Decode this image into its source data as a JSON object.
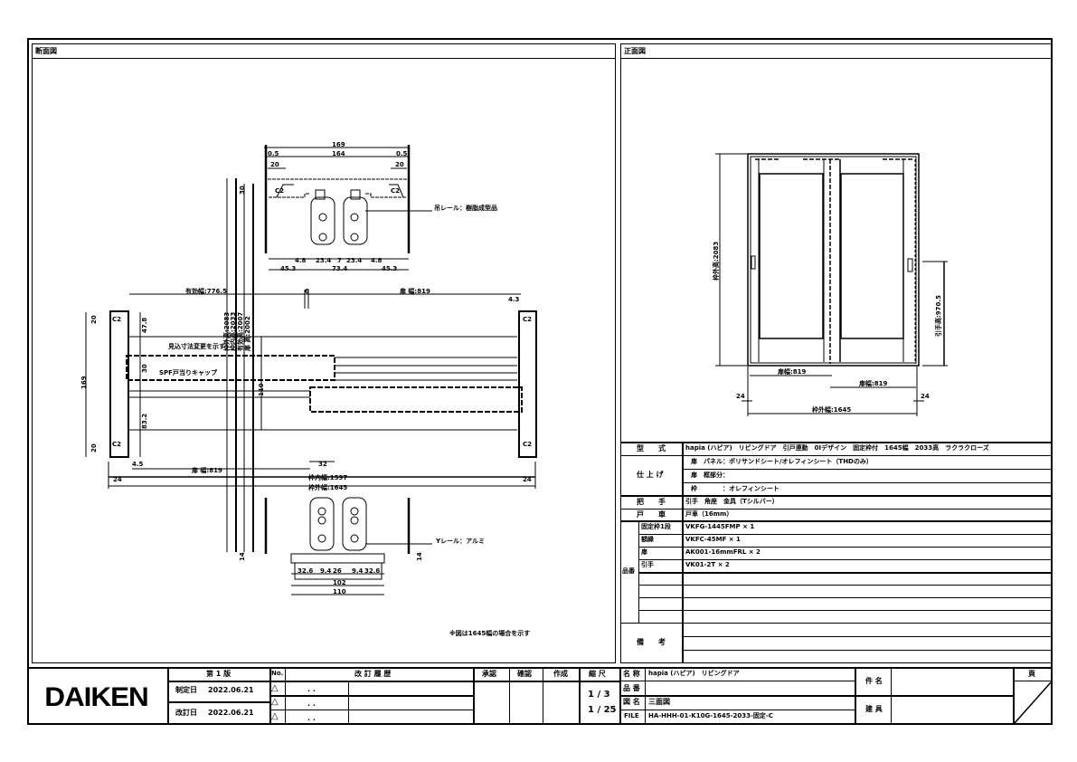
{
  "panels": {
    "section_title": "断面図",
    "elevation_title": "正面図"
  },
  "section_drawing": {
    "top_detail": {
      "dims": [
        "169",
        "164",
        "0.5",
        "0.5",
        "20",
        "20",
        "30",
        "4.8",
        "23.4",
        "7",
        "23.4",
        "4.8",
        "45.3",
        "73.4",
        "45.3"
      ],
      "chamfer": "C2",
      "leader": "吊レール：樹脂成型品"
    },
    "middle": {
      "dims_top": [
        "有効幅:776.5",
        "6",
        "扉 幅:819",
        "4.3"
      ],
      "dims_left": [
        "169",
        "20",
        "47.8",
        "30",
        "83.2",
        "20"
      ],
      "dims_inner": "110",
      "vertical_labels": [
        "枠外高:2083",
        "枠内高:2033",
        "有効高:2007",
        "扉 高:2002"
      ],
      "leader1": "見込寸法変更を示す",
      "leader2": "SPF戸当りキャップ",
      "dims_bottom": [
        "4.5",
        "扉 幅:819",
        "24",
        "32",
        "枠内幅:1597",
        "枠外幅:1645",
        "24"
      ],
      "chamfer": "C2"
    },
    "bottom_detail": {
      "dims": [
        "32.6",
        "9.4",
        "26",
        "9.4",
        "32.6",
        "102",
        "110",
        "14",
        "14"
      ],
      "leader": "Yレール：アルミ"
    },
    "note": "※図は1645幅の場合を示す"
  },
  "elevation_drawing": {
    "height_label": "枠外高:2083",
    "handle_height_label": "引手高:970.5",
    "door_width_left": "扉幅:819",
    "door_width_right": "扉幅:819",
    "margin_left": "24",
    "margin_right": "24",
    "outer_width": "枠外幅:1645"
  },
  "spec_table": {
    "type_label": "型　　式",
    "type_value": "hapia (ハピア)　リビングドア　引戸連動　0Iデザイン　固定枠付　1645幅　2033高　ラクラクローズ",
    "finish_label": "仕 上 げ",
    "finish_rows": [
      "扉　パネル：ポリサンドシート/オレフィンシート（THDのみ）",
      "扉　框部分：",
      "枠　　　　：オレフィンシート"
    ],
    "handle_label": "把　　手",
    "handle_value": "引手　角座　金具（Tシルバー）",
    "roller_label": "戸　　車",
    "roller_value": "戸車（16mm）",
    "parts_label": "品番",
    "parts": [
      {
        "name": "固定枠1段",
        "code": "VKFG-1445FMP × 1"
      },
      {
        "name": "額縁",
        "code": "VKFC-45MF × 1"
      },
      {
        "name": "扉",
        "code": "AK001-16mmFRL × 2"
      },
      {
        "name": "引手",
        "code": "VK01-2T × 2"
      }
    ],
    "remarks_label": "備　　考"
  },
  "title_block": {
    "logo": "DAIKEN",
    "edition": "第 1 版",
    "created_label": "制定日",
    "created_date": "2022.06.21",
    "revised_label": "改訂日",
    "revised_date": "2022.06.21",
    "no_label": "No.",
    "revision_history_label": "改 訂 履 歴",
    "revision_rows": [
      ". .",
      ". .",
      ". ."
    ],
    "approved_label": "承認",
    "checked_label": "確認",
    "drawn_label": "作成",
    "scale_label": "縮 尺",
    "scale_values": [
      "1 / 3",
      "1 / 25"
    ],
    "name_label": "名 称",
    "name_value": "hapia (ハピア)　リビングドア",
    "part_no_label": "品 番",
    "drawing_name_label": "図 名",
    "drawing_name_value": "三面図",
    "file_label": "FILE",
    "file_value": "HA-HHH-01-K10G-1645-2033-固定-C",
    "subject_label": "件 名",
    "fitting_label": "建 具",
    "page_label": "頁"
  }
}
